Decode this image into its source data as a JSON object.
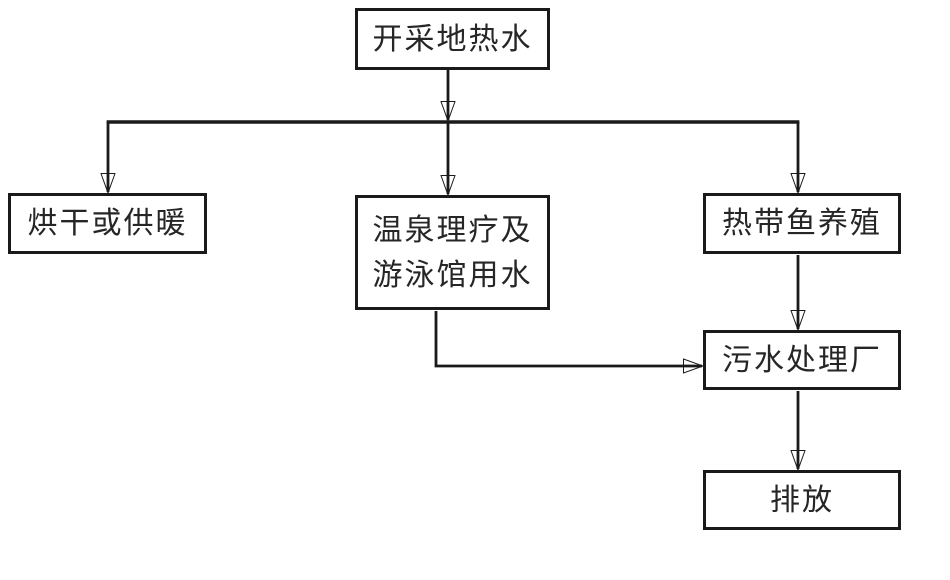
{
  "diagram": {
    "type": "flowchart",
    "background_color": "#ffffff",
    "line_color": "#1a1a1a",
    "text_color": "#262626",
    "nodes": {
      "source": {
        "label": "开采地热水"
      },
      "drying": {
        "label": "烘干或供暖"
      },
      "spa": {
        "label": "温泉理疗及\n游泳馆用水"
      },
      "fish": {
        "label": "热带鱼养殖"
      },
      "sewage": {
        "label": "污水处理厂"
      },
      "discharge": {
        "label": "排放"
      }
    },
    "edges": [
      {
        "from": "source",
        "to": "drying"
      },
      {
        "from": "source",
        "to": "spa"
      },
      {
        "from": "source",
        "to": "fish"
      },
      {
        "from": "spa",
        "to": "sewage"
      },
      {
        "from": "fish",
        "to": "sewage"
      },
      {
        "from": "sewage",
        "to": "discharge"
      }
    ]
  }
}
